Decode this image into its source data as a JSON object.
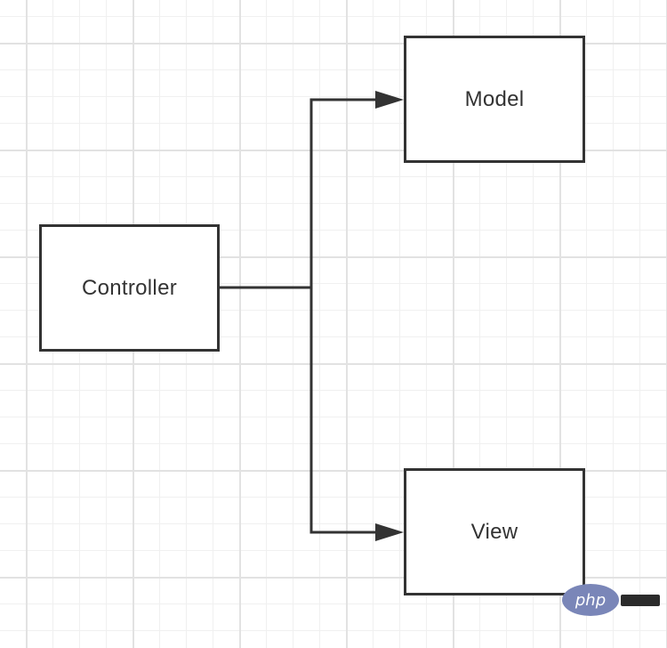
{
  "diagram": {
    "nodes": {
      "controller": "Controller",
      "model": "Model",
      "view": "View"
    },
    "edges": [
      {
        "from": "Controller",
        "to": "Model"
      },
      {
        "from": "Controller",
        "to": "View"
      }
    ],
    "colors": {
      "stroke": "#333333",
      "grid_major": "#e2e2e2",
      "grid_minor": "#f0f0f0",
      "background": "#ffffff"
    }
  },
  "watermark": {
    "logo_text": "php"
  }
}
